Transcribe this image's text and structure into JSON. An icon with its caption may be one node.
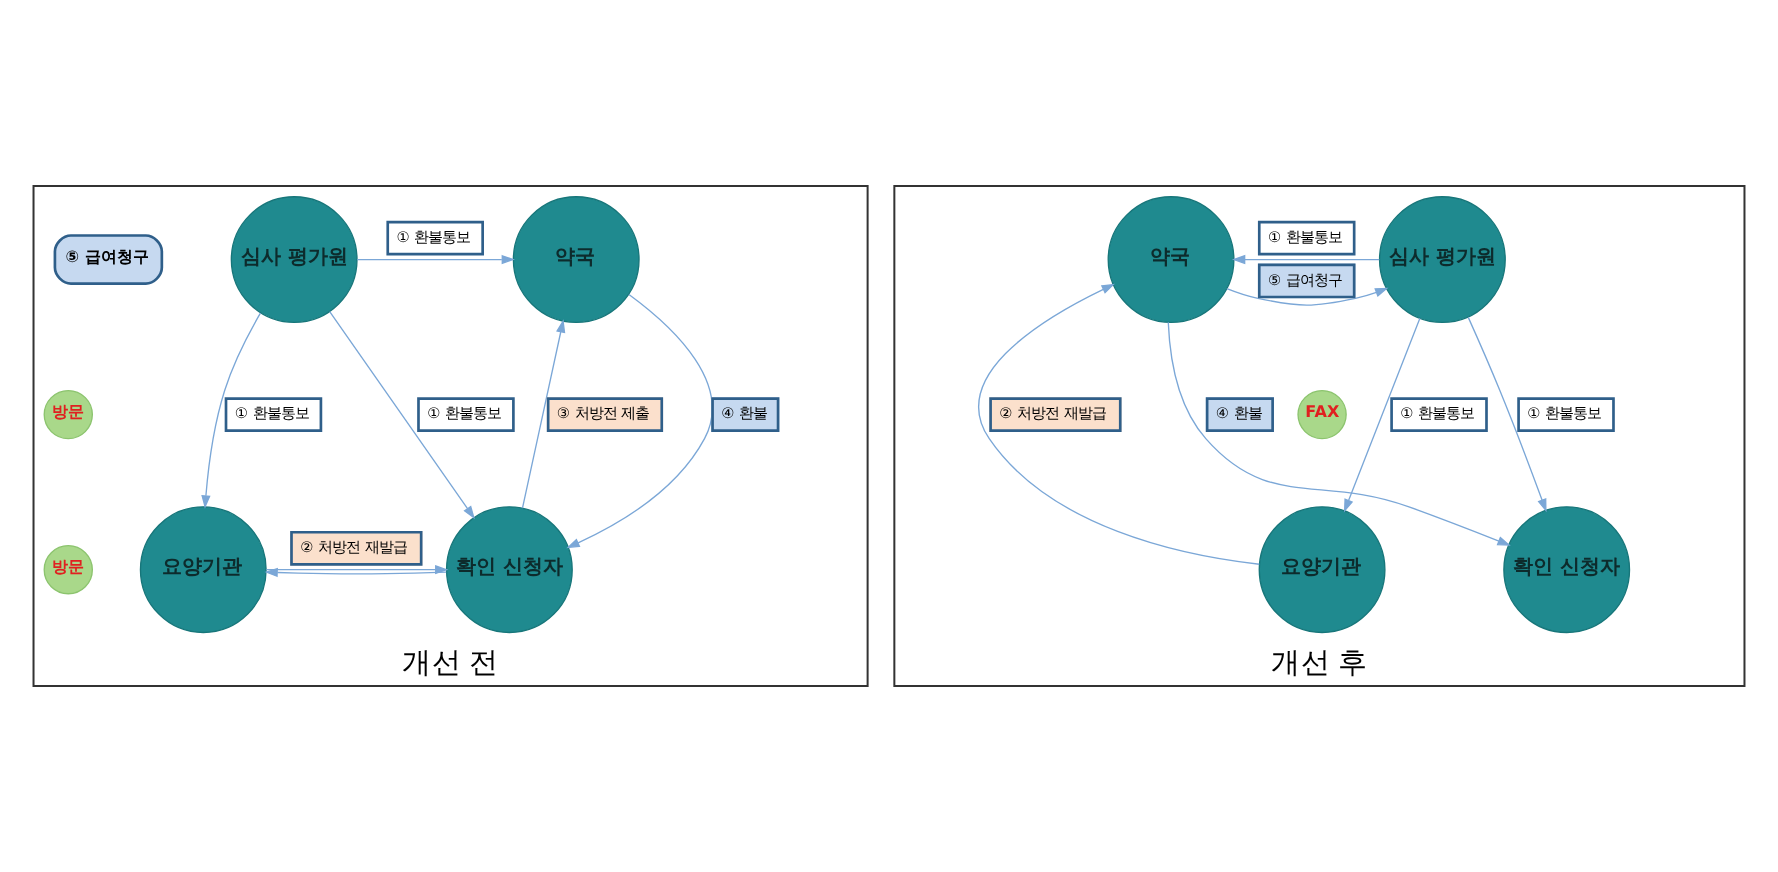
{
  "diagram": {
    "nodes": [
      {
        "text": [
          "개선 전"
        ]
      },
      {
        "text": [
          "심사 평가원"
        ],
        "in": 0
      },
      {
        "text": [
          "약국"
        ],
        "in": 0
      },
      {
        "text": [
          "요양기관"
        ],
        "in": 0
      },
      {
        "text": [
          "확인 신청자"
        ],
        "in": 0
      },
      {
        "text": [
          "⑤ 급여청구"
        ],
        "in": 0
      },
      {
        "text": [
          "방문"
        ],
        "in": 0
      },
      {
        "text": [
          "방문"
        ],
        "in": 0
      },
      {
        "text": [
          "개선 후"
        ]
      },
      {
        "text": [
          "심사 평가원"
        ],
        "in": 8
      },
      {
        "text": [
          "약국"
        ],
        "in": 8
      },
      {
        "text": [
          "요양기관"
        ],
        "in": 8
      },
      {
        "text": [
          "확인 신청자"
        ],
        "in": 8
      },
      {
        "text": [
          "FAX"
        ],
        "in": 8
      }
    ],
    "edges": [
      {
        "from": 1,
        "to": 2,
        "arrow": "to",
        "label": "① 환불통보"
      },
      {
        "from": 1,
        "to": 3,
        "arrow": "to",
        "label": "① 환불통보"
      },
      {
        "from": 1,
        "to": 4,
        "arrow": "to",
        "label": "① 환불통보"
      },
      {
        "from": 2,
        "to": 4,
        "arrow": "to",
        "label": "④ 환불"
      },
      {
        "from": 4,
        "to": 2,
        "arrow": "to",
        "label": "③ 처방전 제출"
      },
      {
        "from": 4,
        "to": 3,
        "arrow": "to"
      },
      {
        "from": 3,
        "to": 4,
        "arrow": "to",
        "label": "② 처방전 재발급"
      },
      {
        "from": 9,
        "to": 10,
        "arrow": "to",
        "label": "① 환불통보"
      },
      {
        "from": 10,
        "to": 9,
        "arrow": "to",
        "label": "⑤ 급여청구"
      },
      {
        "from": 9,
        "to": 11,
        "arrow": "to",
        "label": "① 환불통보"
      },
      {
        "from": 9,
        "to": 12,
        "arrow": "to",
        "label": "① 환불통보"
      },
      {
        "from": 11,
        "to": 10,
        "arrow": "to",
        "label": "② 처방전 재발급"
      },
      {
        "from": 10,
        "to": 12,
        "arrow": "to",
        "label": "④ 환불"
      }
    ]
  }
}
